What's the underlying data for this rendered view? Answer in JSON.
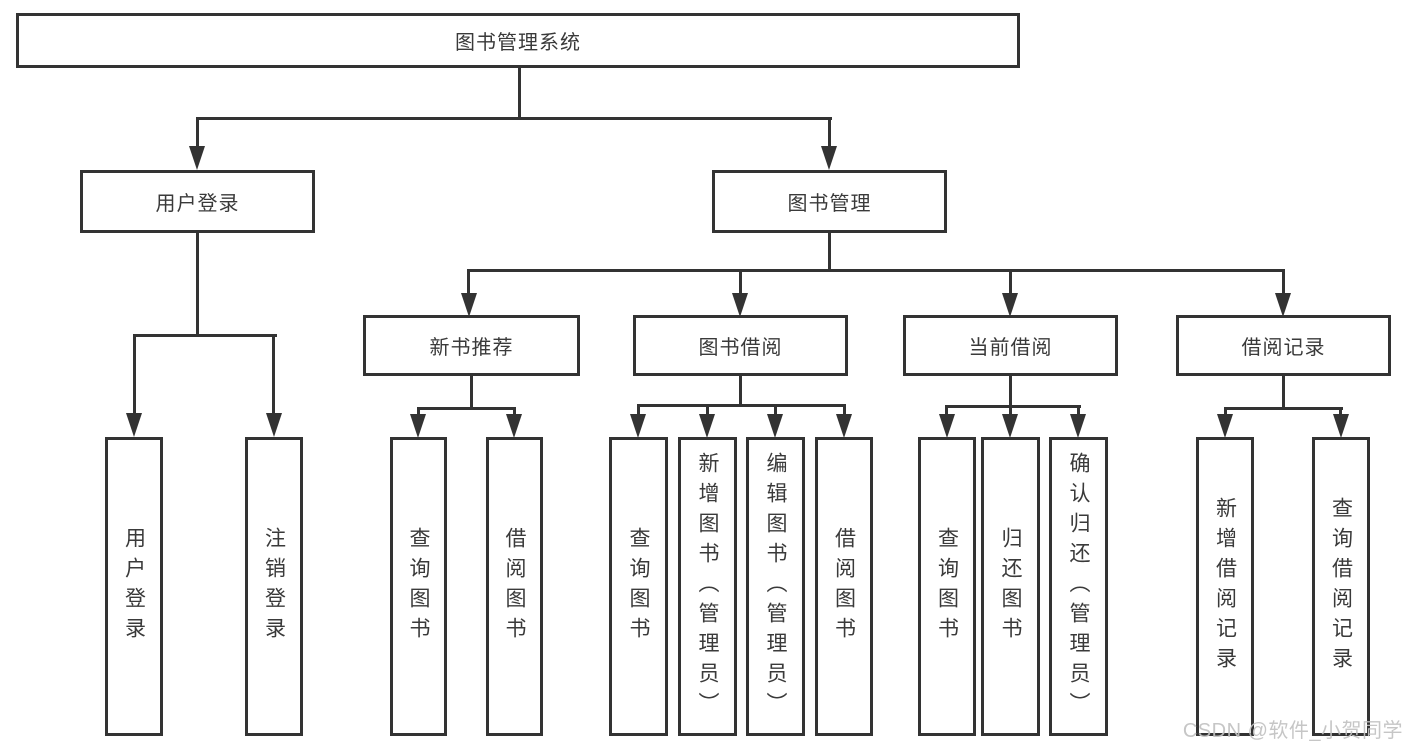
{
  "diagram": {
    "title": "图书管理系统",
    "root": {
      "label": "图书管理系统"
    },
    "level2": [
      {
        "label": "用户登录"
      },
      {
        "label": "图书管理"
      }
    ],
    "level3": [
      {
        "label": "新书推荐"
      },
      {
        "label": "图书借阅"
      },
      {
        "label": "当前借阅"
      },
      {
        "label": "借阅记录"
      }
    ],
    "leaves": {
      "user_login": [
        "用户登录",
        "注销登录"
      ],
      "new_book_recommend": [
        "查询图书",
        "借阅图书"
      ],
      "book_borrow": [
        "查询图书",
        "新增图书（管理员）",
        "编辑图书（管理员）",
        "借阅图书"
      ],
      "current_borrow": [
        "查询图书",
        "归还图书",
        "确认归还（管理员）"
      ],
      "borrow_records": [
        "新增借阅记录",
        "查询借阅记录"
      ]
    }
  },
  "watermark": "CSDN @软件_小贺同学",
  "colors": {
    "line": "#333333",
    "background": "#ffffff",
    "text": "#3a3a3a",
    "watermark": "#c2c2c2"
  }
}
